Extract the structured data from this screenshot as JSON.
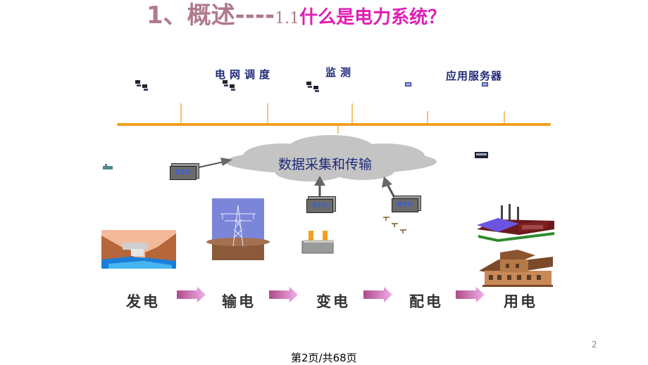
{
  "title": {
    "part1": "1、概述----",
    "part2": "1.1",
    "part3": "什么是电力系统？"
  },
  "top_labels": {
    "dispatch": "电网调度",
    "monitor": "监测",
    "app_server": "应用服务器"
  },
  "cloud_label": "数据采集和传输",
  "rtu_label": "RTU",
  "stages": [
    "发电",
    "输电",
    "变电",
    "配电",
    "用电"
  ],
  "page_number": "2",
  "footer": "第2页/共68页",
  "colors": {
    "bus": "#F0A020",
    "title_pink": "#E01EB4",
    "label_blue": "#1E2A78",
    "arrow_pink": "#D878C8"
  },
  "icons": [
    "workstation-icon",
    "monitor-icon",
    "server-icon",
    "bus-icon",
    "dam-image",
    "transmission-tower-image",
    "transformer-icon",
    "distribution-poles-icon",
    "factory-image",
    "house-image"
  ]
}
